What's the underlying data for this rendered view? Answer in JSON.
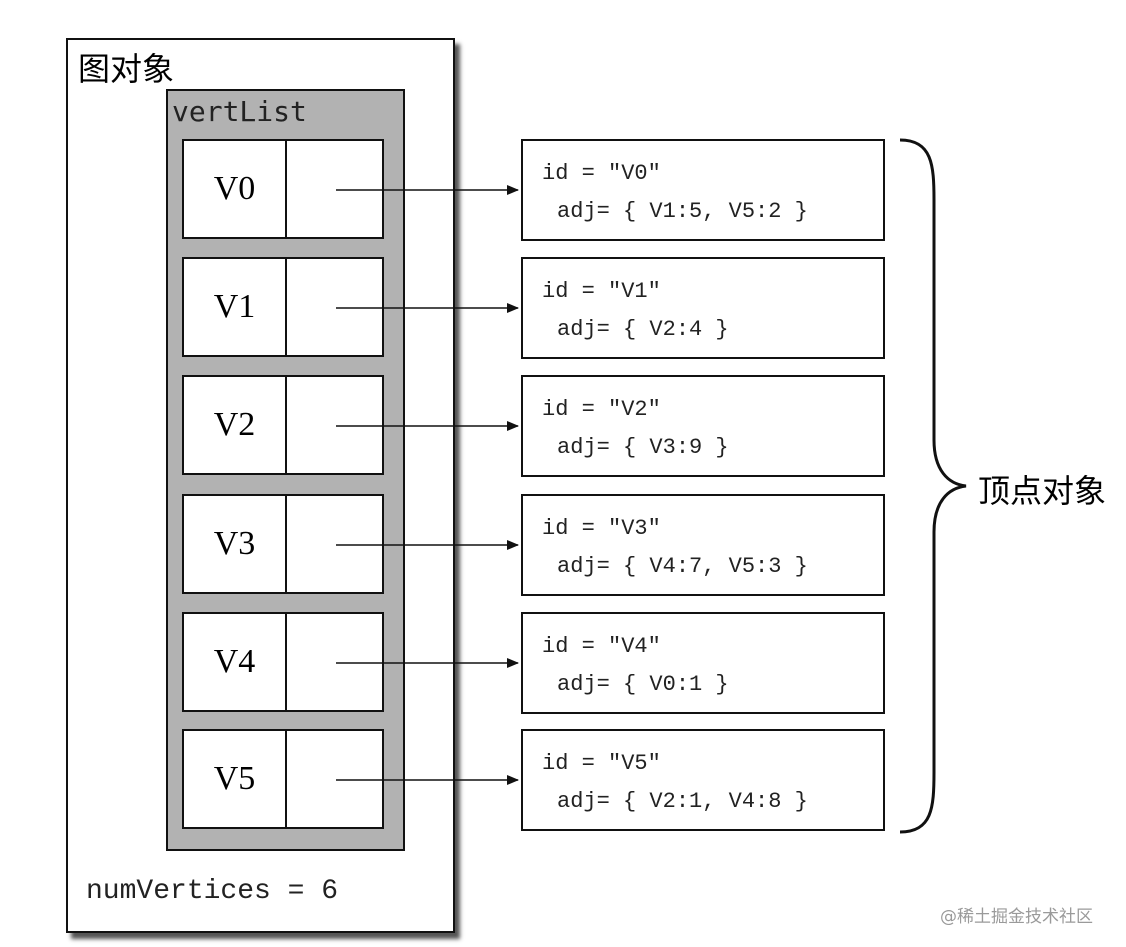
{
  "graph": {
    "title": "图对象",
    "vertlist_label": "vertList",
    "num_vertices": "numVertices = 6"
  },
  "vertices": [
    {
      "name": "V0",
      "id": "id = \"V0\"",
      "adj": "adj= { V1:5, V5:2 }"
    },
    {
      "name": "V1",
      "id": "id = \"V1\"",
      "adj": "adj= { V2:4 }"
    },
    {
      "name": "V2",
      "id": "id = \"V2\"",
      "adj": "adj= { V3:9 }"
    },
    {
      "name": "V3",
      "id": "id = \"V3\"",
      "adj": "adj= { V4:7, V5:3 }"
    },
    {
      "name": "V4",
      "id": "id = \"V4\"",
      "adj": "adj= { V0:1 }"
    },
    {
      "name": "V5",
      "id": "id = \"V5\"",
      "adj": "adj= { V2:1, V4:8 }"
    }
  ],
  "brace_label": "顶点对象",
  "watermark": "@稀土掘金技术社区"
}
